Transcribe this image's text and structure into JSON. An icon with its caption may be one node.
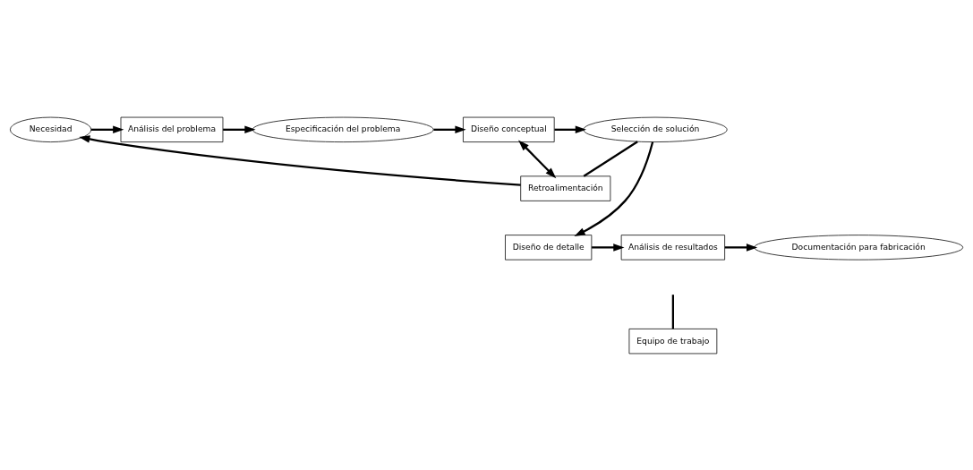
{
  "diagram": {
    "nodes": [
      {
        "text": [
          "Necesidad"
        ]
      },
      {
        "text": [
          "Análisis del problema"
        ]
      },
      {
        "text": [
          "Especificación del problema"
        ]
      },
      {
        "text": [
          "Diseño conceptual"
        ]
      },
      {
        "text": [
          "Selección de solución"
        ]
      },
      {
        "text": [
          "Retroalimentación"
        ]
      },
      {
        "text": [
          "Diseño de detalle"
        ]
      },
      {
        "text": [
          "Análisis de resultados"
        ]
      },
      {
        "text": [
          "Documentación para fabricación"
        ]
      },
      {
        "text": [
          "Equipo de trabajo"
        ]
      }
    ],
    "edges": [
      {
        "from": 0,
        "to": 1,
        "arrow": "to"
      },
      {
        "from": 1,
        "to": 2,
        "arrow": "to"
      },
      {
        "from": 2,
        "to": 3,
        "arrow": "to"
      },
      {
        "from": 3,
        "to": 4,
        "arrow": "to"
      },
      {
        "from": 4,
        "to": 5,
        "arrow": "none"
      },
      {
        "from": 5,
        "to": 0,
        "arrow": "to"
      },
      {
        "from": 3,
        "to": 5,
        "arrow": "both"
      },
      {
        "from": 4,
        "to": 6,
        "arrow": "to"
      },
      {
        "from": 6,
        "to": 7,
        "arrow": "to"
      },
      {
        "from": 7,
        "to": 8,
        "arrow": "to"
      },
      {
        "from": null,
        "to": 9,
        "arrow": "none"
      }
    ]
  }
}
